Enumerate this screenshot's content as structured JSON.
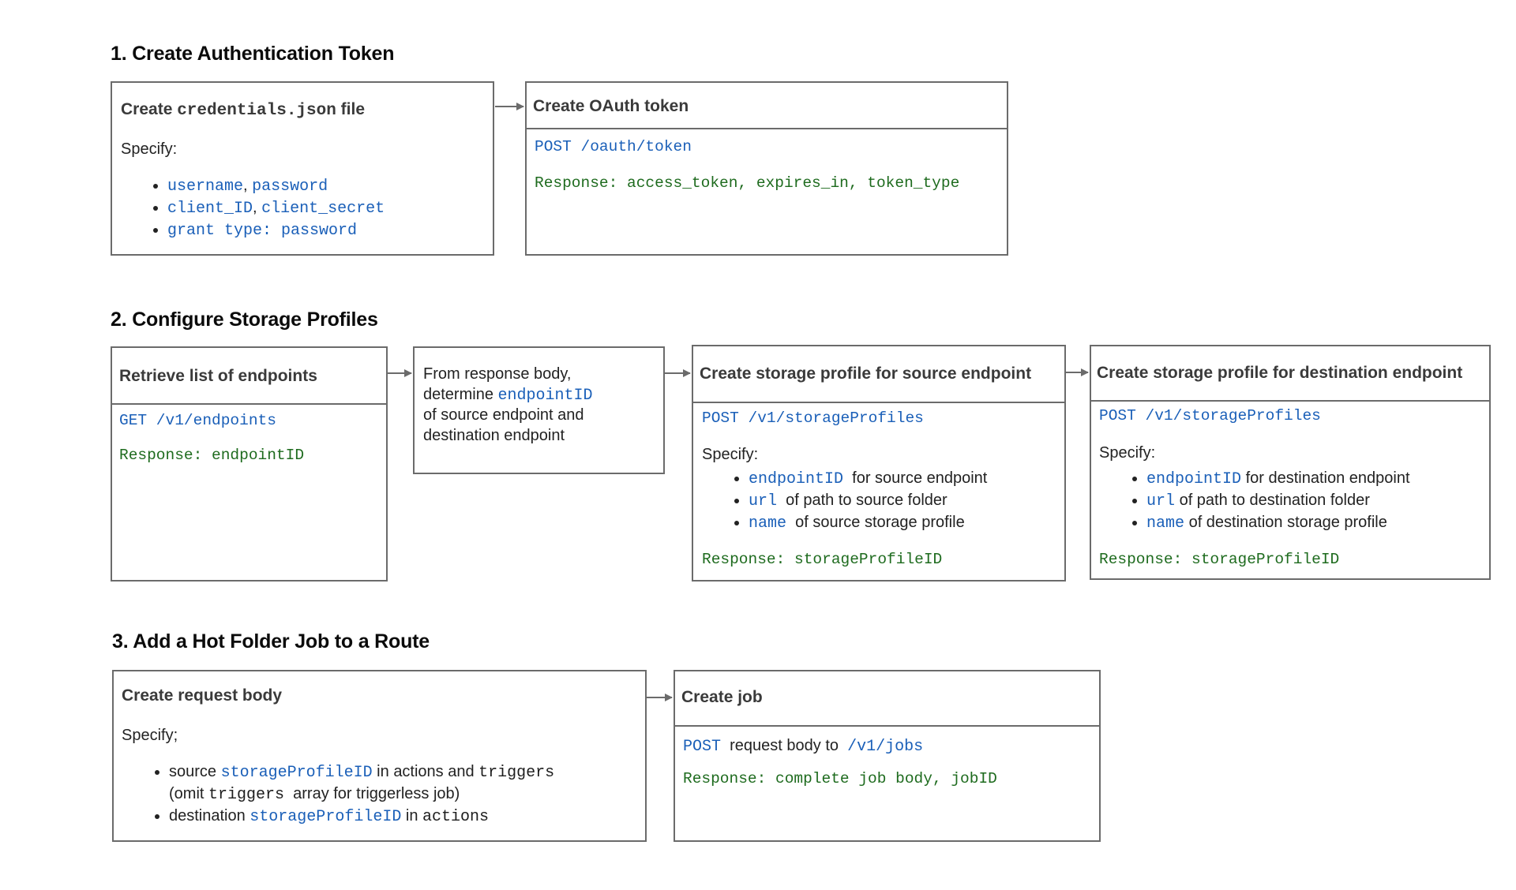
{
  "sections": {
    "s1": {
      "heading": "1. Create Authentication Token",
      "box1": {
        "title_pre": "Create ",
        "title_code": "credentials.json",
        "title_post": " file",
        "specify": "Specify:",
        "items": [
          {
            "a": "username",
            "sep": ", ",
            "b": "password"
          },
          {
            "a": "client_ID",
            "sep": ", ",
            "b": "client_secret"
          },
          {
            "a": "grant type: password"
          }
        ]
      },
      "box2": {
        "title": "Create OAuth token",
        "request": "POST /oauth/token",
        "response": "Response: access_token, expires_in, token_type"
      }
    },
    "s2": {
      "heading": "2. Configure Storage Profiles",
      "box1": {
        "title": "Retrieve list of endpoints",
        "request": "GET /v1/endpoints",
        "response": "Response: endpointID"
      },
      "box2": {
        "line1": "From response body,",
        "line2_pre": "determine ",
        "line2_code": "endpointID",
        "line3": "of source endpoint and",
        "line4": "destination endpoint"
      },
      "box3": {
        "title": "Create storage profile for source endpoint",
        "request": "POST /v1/storageProfiles",
        "specify": "Specify:",
        "items": [
          {
            "code": "endpointID",
            "text": "  for source endpoint"
          },
          {
            "code": "url",
            "text": "  of path to source folder"
          },
          {
            "code": "name",
            "text": "  of source storage profile"
          }
        ],
        "response": "Response: storageProfileID"
      },
      "box4": {
        "title": "Create storage profile for destination endpoint",
        "request": "POST /v1/storageProfiles",
        "specify": "Specify:",
        "items": [
          {
            "code": "endpointID",
            "text": " for destination endpoint"
          },
          {
            "code": "url",
            "text": " of path to destination folder"
          },
          {
            "code": "name",
            "text": " of destination storage profile"
          }
        ],
        "response": "Response: storageProfileID"
      }
    },
    "s3": {
      "heading": "3. Add a Hot Folder Job to a Route",
      "box1": {
        "title": "Create request body",
        "specify": "Specify;",
        "item1_pre": "source ",
        "item1_code": "storageProfileID",
        "item1_mid": " in ",
        "item1_plain": "actions",
        "item1_and": " and ",
        "item1_code2": "triggers",
        "item1_line2_pre": "(omit ",
        "item1_line2_code": "triggers",
        "item1_line2_post": "  array for triggerless job)",
        "item2_pre": "destination ",
        "item2_code": "storageProfileID",
        "item2_mid": " in ",
        "item2_code2": "actions"
      },
      "box2": {
        "title": "Create job",
        "req_code": "POST",
        "req_text": "  request body to  ",
        "req_code2": "/v1/jobs",
        "response": "Response: complete job body, jobID"
      }
    }
  },
  "colors": {
    "code_blue": "#1a5fb8",
    "response_green": "#1e6b1e",
    "border": "#6b6b6b"
  }
}
